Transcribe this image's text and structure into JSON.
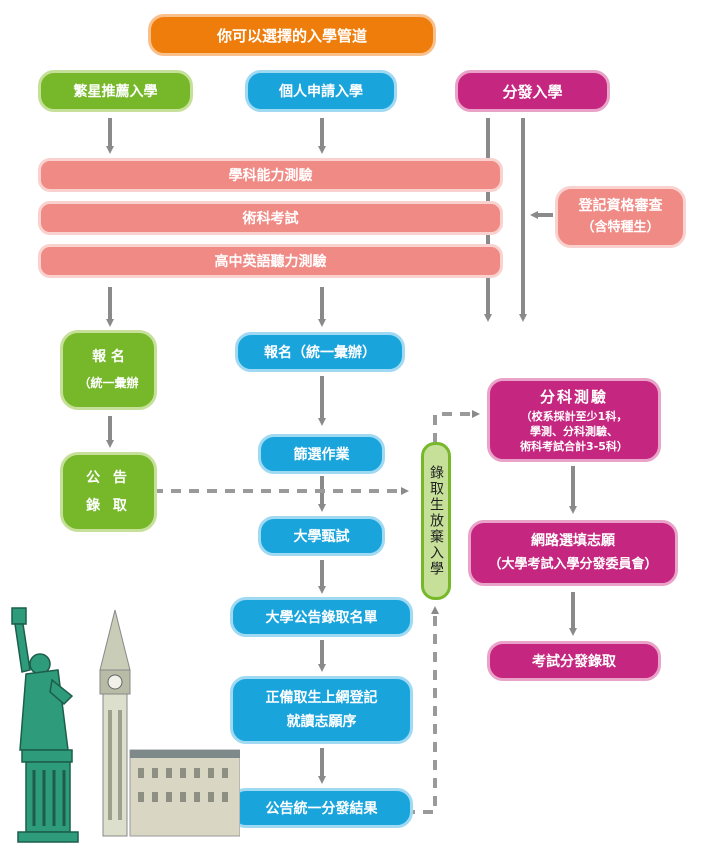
{
  "title": "你可以選擇的入學管道",
  "channels": {
    "star": "繁星推薦入學",
    "personal": "個人申請入學",
    "distribution": "分發入學"
  },
  "exams": {
    "gsat": "學科能力測驗",
    "arts": "術科考試",
    "english": "高中英語聽力測驗"
  },
  "registration": {
    "line1": "登記資格審查",
    "line2": "（含特種生）"
  },
  "star_flow": {
    "apply_line1": "報 名",
    "apply_line2": "（統一彙辦",
    "announce_line1": "公 告",
    "announce_line2": "錄 取"
  },
  "personal_flow": {
    "apply": "報名（統一彙辦）",
    "screening": "篩選作業",
    "interview": "大學甄試",
    "list": "大學公告錄取名單",
    "confirm_line1": "正備取生上網登記",
    "confirm_line2": "就讀志願序",
    "result": "公告統一分發結果"
  },
  "giveup": "錄取生放棄入學",
  "distribution_flow": {
    "subject_title": "分科測驗",
    "subject_note1": "（校系採計至少1科，",
    "subject_note2": "學測、分科測驗、",
    "subject_note3": "術科考試合計3-5科）",
    "online_line1": "網路選填志願",
    "online_line2": "（大學考試入學分發委員會）",
    "final": "考試分發錄取"
  }
}
